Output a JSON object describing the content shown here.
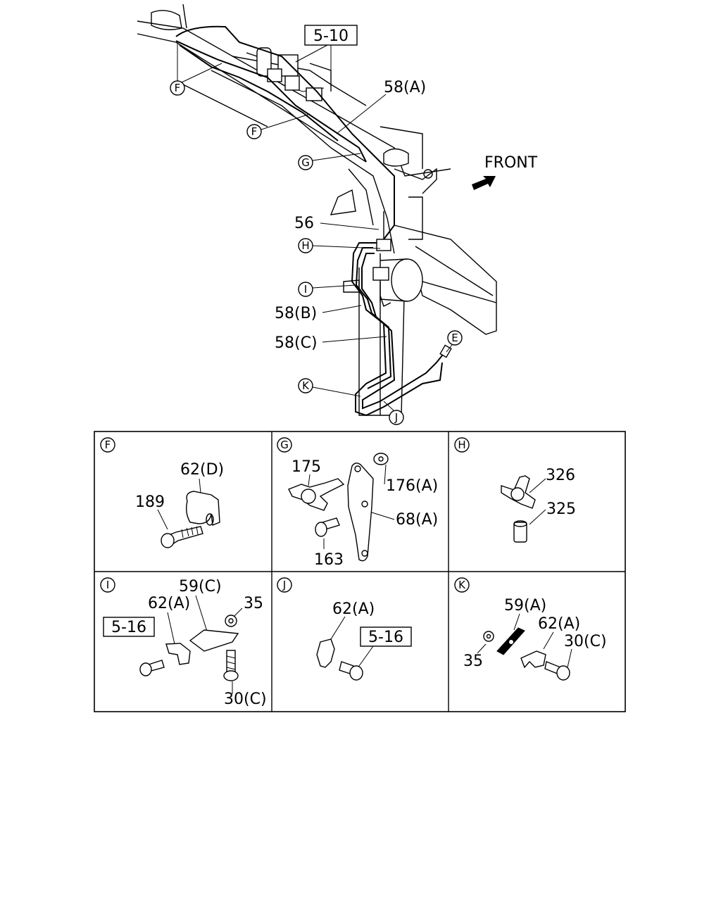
{
  "main_view": {
    "ref_box": "5-10",
    "front_label": "FRONT",
    "labels": {
      "pipe_58a": "58(A)",
      "pipe_58b": "58(B)",
      "pipe_58c": "58(C)",
      "part_56": "56"
    },
    "callouts": {
      "f1": "F",
      "f2": "F",
      "g": "G",
      "h": "H",
      "i": "I",
      "k": "K",
      "j": "J",
      "e": "E"
    }
  },
  "detail_grid": {
    "panels": [
      {
        "id": "F",
        "parts": {
          "clip": "62(D)",
          "bolt": "189"
        }
      },
      {
        "id": "G",
        "parts": {
          "connector": "175",
          "nut": "176(A)",
          "bracket": "68(A)",
          "bolt": "163"
        }
      },
      {
        "id": "H",
        "parts": {
          "tee": "326",
          "sleeve": "325"
        }
      },
      {
        "id": "I",
        "parts": {
          "plate": "59(C)",
          "clip": "62(A)",
          "nut": "35",
          "ref_box": "5-16",
          "bolt": "30(C)"
        }
      },
      {
        "id": "J",
        "parts": {
          "clip": "62(A)",
          "ref_box": "5-16"
        }
      },
      {
        "id": "K",
        "parts": {
          "plate": "59(A)",
          "clip": "62(A)",
          "nut": "35",
          "bolt": "30(C)"
        }
      }
    ]
  }
}
